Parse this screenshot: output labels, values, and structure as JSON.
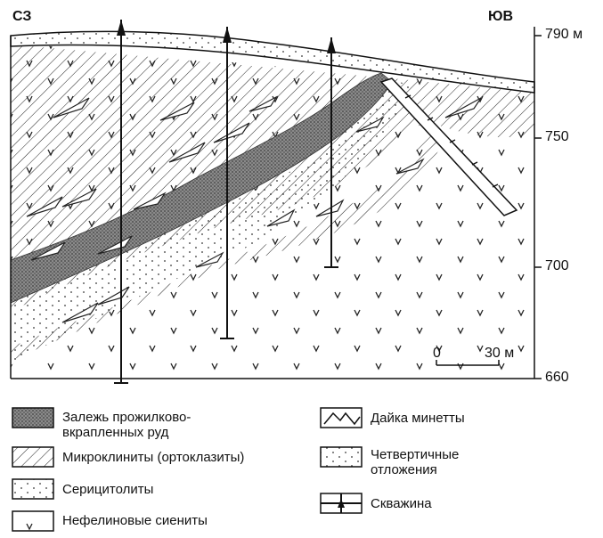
{
  "labels": {
    "nw": "СЗ",
    "se": "ЮВ"
  },
  "scale": {
    "ticks": [
      "790 м",
      "750",
      "700",
      "660"
    ],
    "bar_start": "0",
    "bar_end": "30 м"
  },
  "legend": [
    {
      "key": "ore",
      "text": "Залежь прожилково-\nвкрапленных руд"
    },
    {
      "key": "microcline",
      "text": "Микроклиниты (ортоклазиты)"
    },
    {
      "key": "sericitolite",
      "text": "Серицитолиты"
    },
    {
      "key": "syenite",
      "text": "Нефелиновые сиениты"
    },
    {
      "key": "dike",
      "text": "Дайка минетты"
    },
    {
      "key": "quaternary",
      "text": "Четвертичные\nотложения"
    },
    {
      "key": "well",
      "text": "Скважина"
    }
  ]
}
